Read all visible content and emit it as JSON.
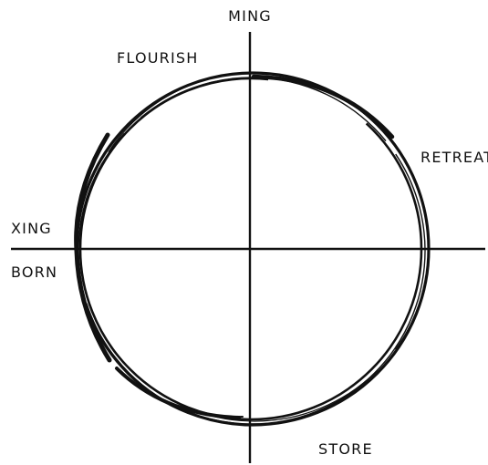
{
  "labels": {
    "top": "MING",
    "upper_left": "FLOURISH",
    "upper_right": "RETREAT",
    "left_upper": "XING",
    "left_lower": "BORN",
    "bottom": "STORE"
  },
  "colors": {
    "ink": "#111111",
    "background": "#ffffff"
  }
}
